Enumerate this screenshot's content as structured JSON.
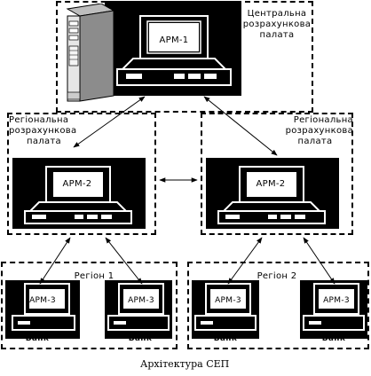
{
  "central": {
    "title_lines": [
      "Центральна",
      "розрахункова",
      "палата"
    ],
    "arm": "АРМ-1"
  },
  "regional_left": {
    "title_lines": [
      "Регіональна",
      "розрахункова",
      "палата"
    ],
    "arm": "АРМ-2"
  },
  "regional_right": {
    "title_lines": [
      "Регіональна",
      "розрахункова",
      "палата"
    ],
    "arm": "АРМ-2"
  },
  "region1": {
    "title": "Регіон 1",
    "banks": [
      {
        "arm": "АРМ-3",
        "label": "Банк"
      },
      {
        "arm": "АРМ-3",
        "label": "Банк"
      }
    ]
  },
  "region2": {
    "title": "Регіон 2",
    "banks": [
      {
        "arm": "АРМ-3",
        "label": "Банк"
      },
      {
        "arm": "АРМ-3",
        "label": "Банк"
      }
    ]
  },
  "caption": "Архітектура СЕП"
}
